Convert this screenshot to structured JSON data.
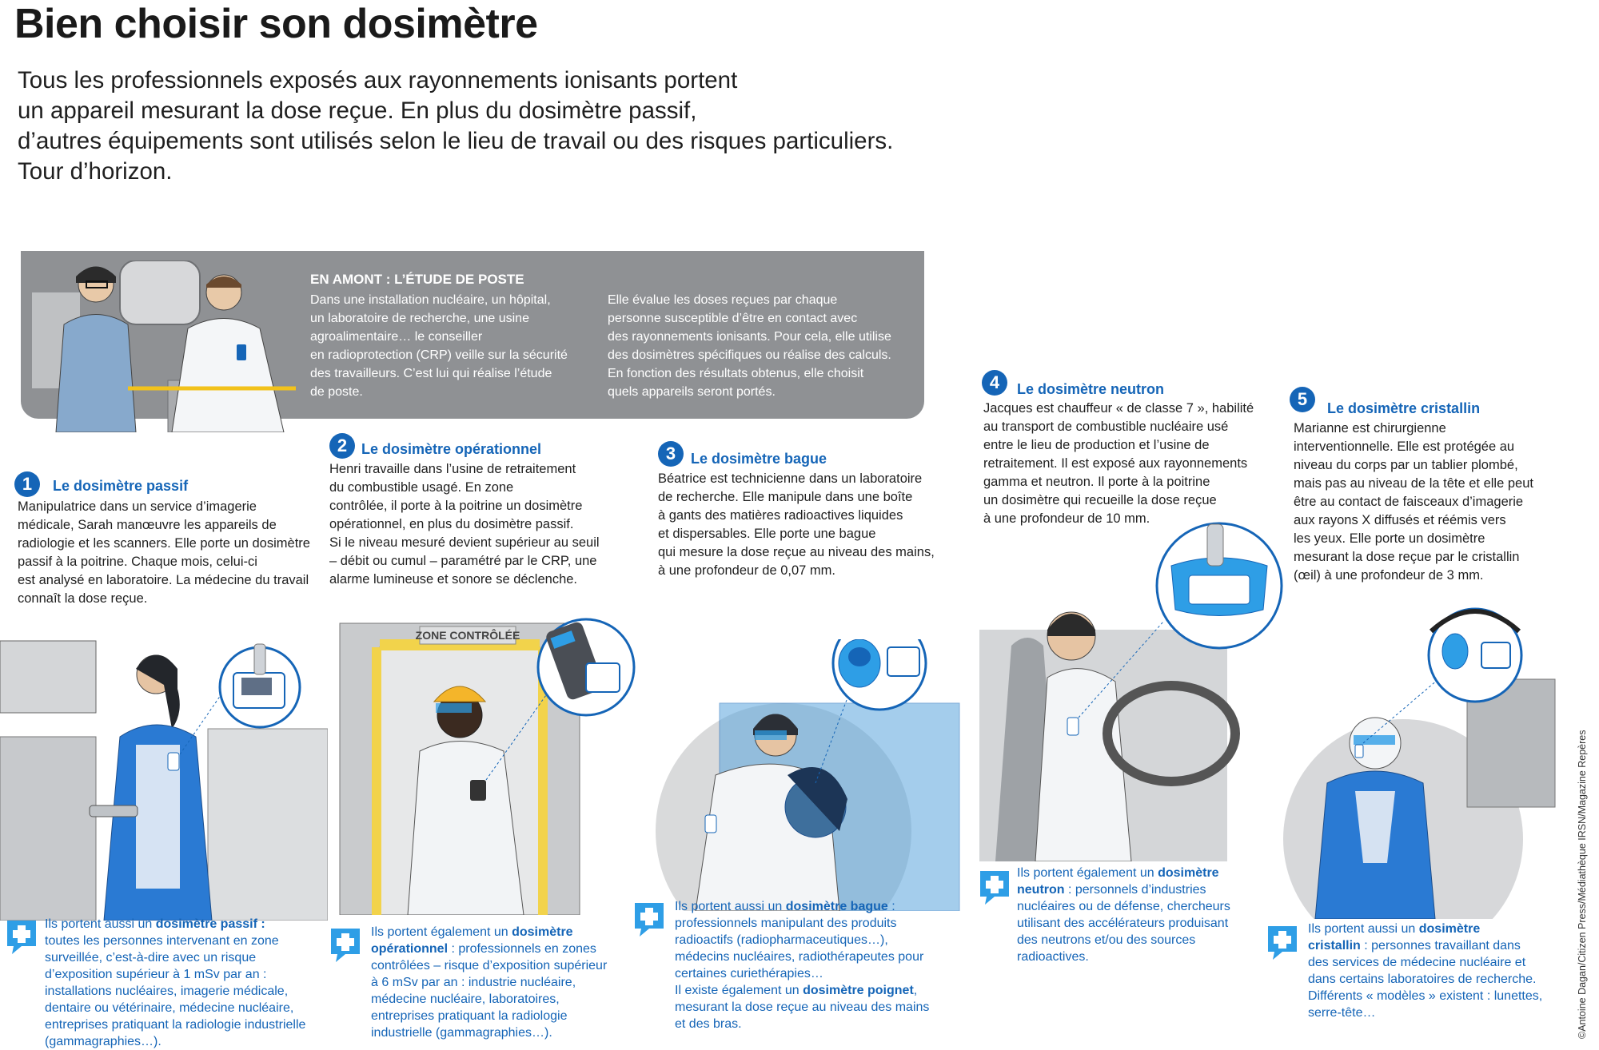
{
  "title": "Bien choisir son dosimètre",
  "intro": [
    "Tous les professionnels exposés aux rayonnements ionisants portent",
    "un appareil mesurant la dose reçue. En plus du dosimètre passif,",
    "d’autres équipements sont utilisés selon le lieu de travail ou des risques particuliers.",
    "Tour d’horizon."
  ],
  "banner": {
    "heading": "EN AMONT : L’ÉTUDE DE POSTE",
    "col1": "Dans une installation nucléaire, un hôpital,\nun laboratoire de recherche, une usine\nagroalimentaire… le conseiller\nen radioprotection (CRP) veille sur la sécurité\ndes travailleurs. C’est lui qui réalise l’étude\nde poste.",
    "col2": "Elle évalue les doses reçues par chaque\npersonne susceptible d’être en contact avec\ndes rayonnements ionisants. Pour cela, elle utilise\ndes dosimètres spécifiques ou réalise des calculs.\nEn fonction des résultats obtenus, elle choisit\nquels appareils seront portés."
  },
  "dosimeters": [
    {
      "num": "1",
      "title": "Le dosimètre passif",
      "text": "Manipulatrice dans un service d’imagerie\nmédicale, Sarah manœuvre les appareils de\nradiologie et les scanners. Elle porte un dosimètre\npassif à la poitrine. Chaque mois, celui-ci\nest analysé en laboratoire. La médecine du travail\nconnaît la dose reçue.",
      "plus_pre": "Ils portent aussi un ",
      "plus_bold": "dosimètre passif :",
      "plus_post": "\ntoutes les personnes intervenant en zone\nsurveillée, c’est-à-dire avec un risque\nd’exposition supérieur à 1 mSv par an :\ninstallations nucléaires, imagerie médicale,\ndentaire ou vétérinaire, médecine nucléaire,\nentreprises pratiquant la radiologie industrielle\n(gammagraphies…)."
    },
    {
      "num": "2",
      "title": "Le dosimètre opérationnel",
      "text": "Henri travaille dans l’usine de retraitement\ndu combustible usagé. En zone\ncontrôlée, il porte à la poitrine un dosimètre\nopérationnel, en plus du dosimètre passif.\nSi le niveau mesuré devient supérieur au seuil\n– débit ou cumul – paramétré par le CRP, une\nalarme lumineuse et sonore se déclenche.",
      "plus_pre": "Ils portent également un ",
      "plus_bold": "dosimètre\nopérationnel",
      "plus_post": " : professionnels en zones\ncontrôlées – risque d’exposition supérieur\nà 6 mSv par an : industrie nucléaire,\nmédecine nucléaire, laboratoires,\nentreprises pratiquant la radiologie\nindustrielle (gammagraphies…).",
      "sign": "ZONE CONTRÔLÉE"
    },
    {
      "num": "3",
      "title": "Le dosimètre bague",
      "text": "Béatrice est technicienne dans un laboratoire\nde recherche. Elle manipule dans une boîte\nà gants des matières radioactives liquides\net dispersables. Elle porte une bague\nqui mesure la dose reçue au niveau des mains,\nà une profondeur de 0,07 mm.",
      "plus_pre": "Ils portent aussi un ",
      "plus_bold": "dosimètre bague",
      "plus_post": " :\nprofessionnels manipulant des produits\nradioactifs (radiopharmaceutiques…),\nmédecins nucléaires, radiothérapeutes pour\ncertaines curiethérapies…\nIl existe également un ",
      "plus_bold2": "dosimètre poignet",
      "plus_post2": ",\nmesurant la dose reçue au niveau des mains\net des bras."
    },
    {
      "num": "4",
      "title": "Le dosimètre neutron",
      "text": "Jacques est chauffeur « de classe 7 », habilité\nau transport de combustible nucléaire usé\nentre le lieu de production et l’usine de\nretraitement. Il est exposé aux rayonnements\ngamma et neutron. Il porte à la poitrine\nun dosimètre qui recueille la dose reçue\nà une profondeur de 10 mm.",
      "plus_pre": "Ils portent également un ",
      "plus_bold": "dosimètre\nneutron",
      "plus_post": " : personnels d’industries\nnucléaires ou de défense, chercheurs\nutilisant des accélérateurs produisant\ndes neutrons et/ou des sources\nradioactives."
    },
    {
      "num": "5",
      "title": "Le dosimètre cristallin",
      "text": "Marianne est chirurgienne\ninterventionnelle. Elle est protégée au\nniveau du corps par un tablier plombé,\nmais pas au niveau de la tête et elle peut\nêtre au contact de faisceaux d’imagerie\naux rayons X diffusés et réémis vers\nles yeux. Elle porte un dosimètre\nmesurant la dose reçue par le cristallin\n(œil) à une profondeur de 3 mm.",
      "plus_pre": "Ils portent aussi un ",
      "plus_bold": "dosimètre\ncristallin",
      "plus_post": " : personnes travaillant dans\ndes services de médecine nucléaire et\ndans certains laboratoires de recherche.\nDifférents « modèles » existent : lunettes,\nserre-tête…"
    }
  ],
  "credit": "©Antoine Dagan/Citizen Press/Médiathèque IRSN/Magazine Repères",
  "colors": {
    "accent": "#1565b7",
    "banner": "#8f9194",
    "light_blue": "#2e9ee6"
  }
}
